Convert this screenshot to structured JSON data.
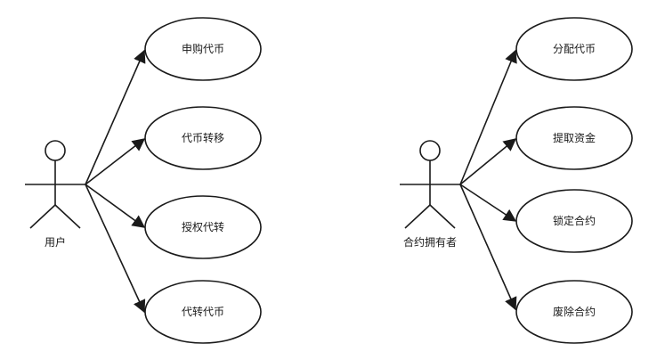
{
  "actors": [
    {
      "id": "user",
      "label": "用户",
      "use_cases": [
        "申购代币",
        "代币转移",
        "授权代转",
        "代转代币"
      ]
    },
    {
      "id": "owner",
      "label": "合约拥有者",
      "use_cases": [
        "分配代币",
        "提取资金",
        "锁定合约",
        "废除合约"
      ]
    }
  ],
  "colors": {
    "stroke": "#1a1a1a",
    "fill": "#ffffff",
    "text": "#1a1a1a"
  }
}
